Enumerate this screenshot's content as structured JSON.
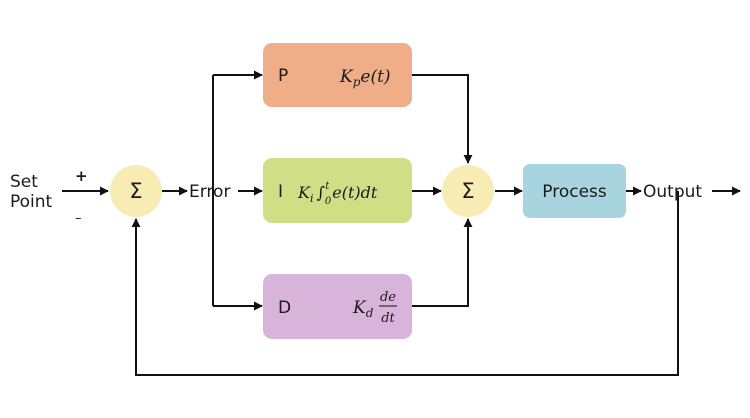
{
  "input": {
    "label_line1": "Set",
    "label_line2": "Point",
    "plus_sign": "+",
    "minus_sign": "–"
  },
  "summing_junction_1": {
    "symbol": "Σ"
  },
  "error_label": "Error",
  "blocks": {
    "p": {
      "letter": "P",
      "formula": "K_p e(t)",
      "color": "#f0ae88"
    },
    "i": {
      "letter": "I",
      "formula": "K_i ∫_0^t e(t) dt",
      "color": "#d0df85"
    },
    "d": {
      "letter": "D",
      "formula": "K_d de/dt",
      "color": "#d9b4da"
    }
  },
  "summing_junction_2": {
    "symbol": "Σ"
  },
  "process": {
    "label": "Process",
    "color": "#a8d4e0"
  },
  "output_label": "Output",
  "colors": {
    "junction": "#f8ebb4",
    "wire": "#111111"
  }
}
